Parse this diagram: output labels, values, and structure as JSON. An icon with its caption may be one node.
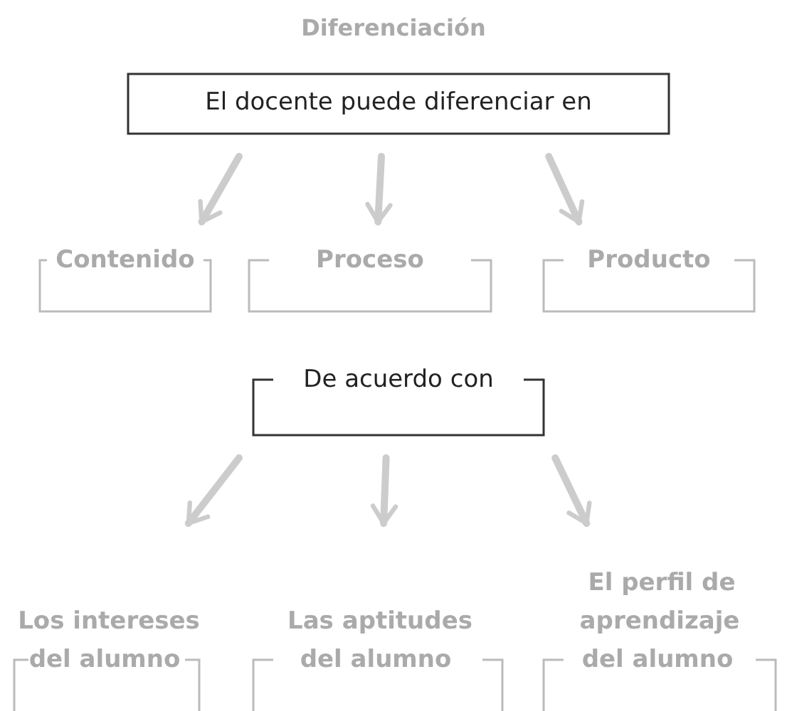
{
  "diagram": {
    "title": "Diferenciación",
    "nodes": [
      {
        "text": [
          "El docente puede diferenciar en"
        ]
      },
      {
        "text": [
          "Contenido"
        ]
      },
      {
        "text": [
          "Proceso"
        ]
      },
      {
        "text": [
          "Producto"
        ]
      },
      {
        "text": [
          "De acuerdo con"
        ]
      },
      {
        "text": [
          "Los intereses del alumno"
        ]
      },
      {
        "text": [
          "Las aptitudes del alumno"
        ]
      },
      {
        "text": [
          "El perfil de aprendizaje del alumno"
        ]
      }
    ],
    "edges": [
      {
        "from": 0,
        "to": 1,
        "arrow": "to"
      },
      {
        "from": 0,
        "to": 2,
        "arrow": "to"
      },
      {
        "from": 0,
        "to": 3,
        "arrow": "to"
      },
      {
        "from": 4,
        "to": 5,
        "arrow": "to"
      },
      {
        "from": 4,
        "to": 6,
        "arrow": "to"
      },
      {
        "from": 4,
        "to": 7,
        "arrow": "to"
      }
    ]
  }
}
